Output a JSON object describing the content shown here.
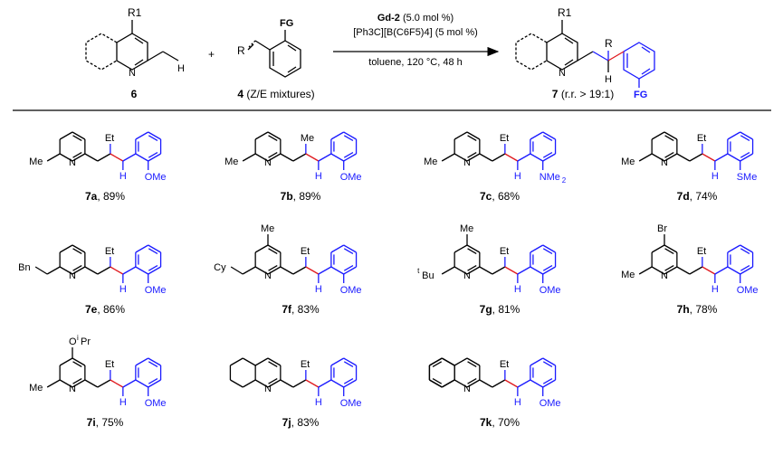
{
  "header": {
    "reagent_6_label": "6",
    "reagent_4_label": "4",
    "reagent_4_note": "(Z/E mixtures)",
    "product_label": "7",
    "product_note": "(r.r. > 19:1)",
    "plus": "+",
    "catalyst": "Gd-2",
    "catalyst_loading": "(5.0 mol %)",
    "cocatalyst": "[Ph3C][B(C6F5)4] (5 mol %)",
    "solvent_conditions": "toluene, 120 °C, 48 h",
    "sub_R1": "R1",
    "sub_R": "R",
    "sub_FG": "FG",
    "sub_H": "H"
  },
  "entries": [
    {
      "id": "7a",
      "yield": "89%",
      "r": "Et",
      "fg": "OMe",
      "left": "Me"
    },
    {
      "id": "7b",
      "yield": "89%",
      "r": "Me",
      "fg": "OMe",
      "left": "Me"
    },
    {
      "id": "7c",
      "yield": "68%",
      "r": "Et",
      "fg": "NMe2",
      "left": "Me"
    },
    {
      "id": "7d",
      "yield": "74%",
      "r": "Et",
      "fg": "SMe",
      "left": "Me"
    },
    {
      "id": "7e",
      "yield": "86%",
      "r": "Et",
      "fg": "OMe",
      "left": "Bn"
    },
    {
      "id": "7f",
      "yield": "83%",
      "r": "Et",
      "fg": "OMe",
      "left": "Cy",
      "top": "Me"
    },
    {
      "id": "7g",
      "yield": "81%",
      "r": "Et",
      "fg": "OMe",
      "left": "tBu",
      "top": "Me"
    },
    {
      "id": "7h",
      "yield": "78%",
      "r": "Et",
      "fg": "OMe",
      "left": "Me",
      "top": "Br"
    },
    {
      "id": "7i",
      "yield": "75%",
      "r": "Et",
      "fg": "OMe",
      "left": "Me",
      "top": "OiPr"
    },
    {
      "id": "7j",
      "yield": "83%",
      "r": "Et",
      "fg": "OMe"
    },
    {
      "id": "7k",
      "yield": "70%",
      "r": "Et",
      "fg": "OMe"
    }
  ],
  "colors": {
    "product_highlight": "#1a1aff",
    "new_bond": "#e0191e",
    "ink": "#000000"
  }
}
